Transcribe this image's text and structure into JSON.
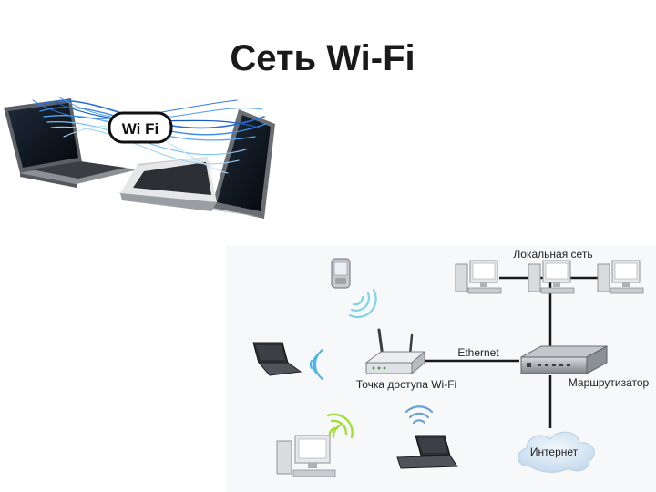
{
  "slide": {
    "title": "Сеть Wi-Fi"
  },
  "illustration": {
    "badge_text": "Wi Fi"
  },
  "diagram": {
    "labels": {
      "lan": "Локальная сеть",
      "ethernet": "Ethernet",
      "access_point": "Точка доступа Wi-Fi",
      "router": "Маршрутизатор",
      "internet": "Интернет"
    }
  },
  "colors": {
    "link_line": "#1a1a1a",
    "wifi_wave_pda": "#7ed3e8",
    "wifi_wave_laptop": "#4fb6e6",
    "wifi_wave_pc": "#a4dd3a",
    "wifi_wave_netbook": "#6aa1d4",
    "cloud": "#dbe9f5",
    "background_panel": "#f7f8f9"
  }
}
